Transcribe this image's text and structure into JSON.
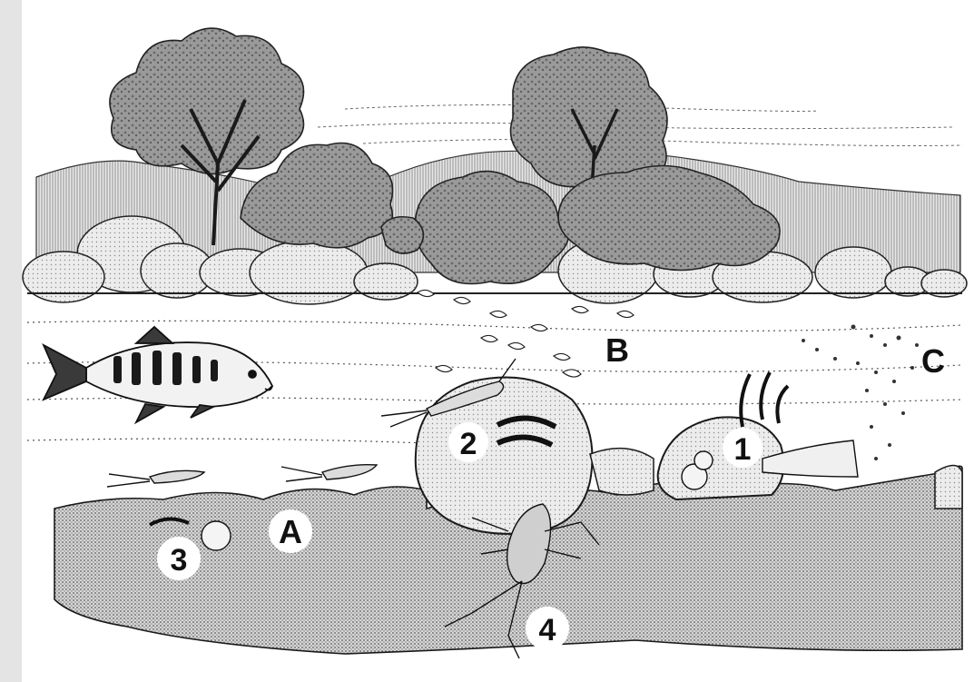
{
  "colors": {
    "ink": "#1a1a1a",
    "sky": "#ffffff",
    "stipple": "#555555",
    "streambed": "#b9b9b9",
    "foliage": "#8e8e8e"
  },
  "zones": {
    "A": "A",
    "B": "B",
    "C": "C"
  },
  "markers": {
    "m1": "1",
    "m2": "2",
    "m3": "3",
    "m4": "4"
  }
}
